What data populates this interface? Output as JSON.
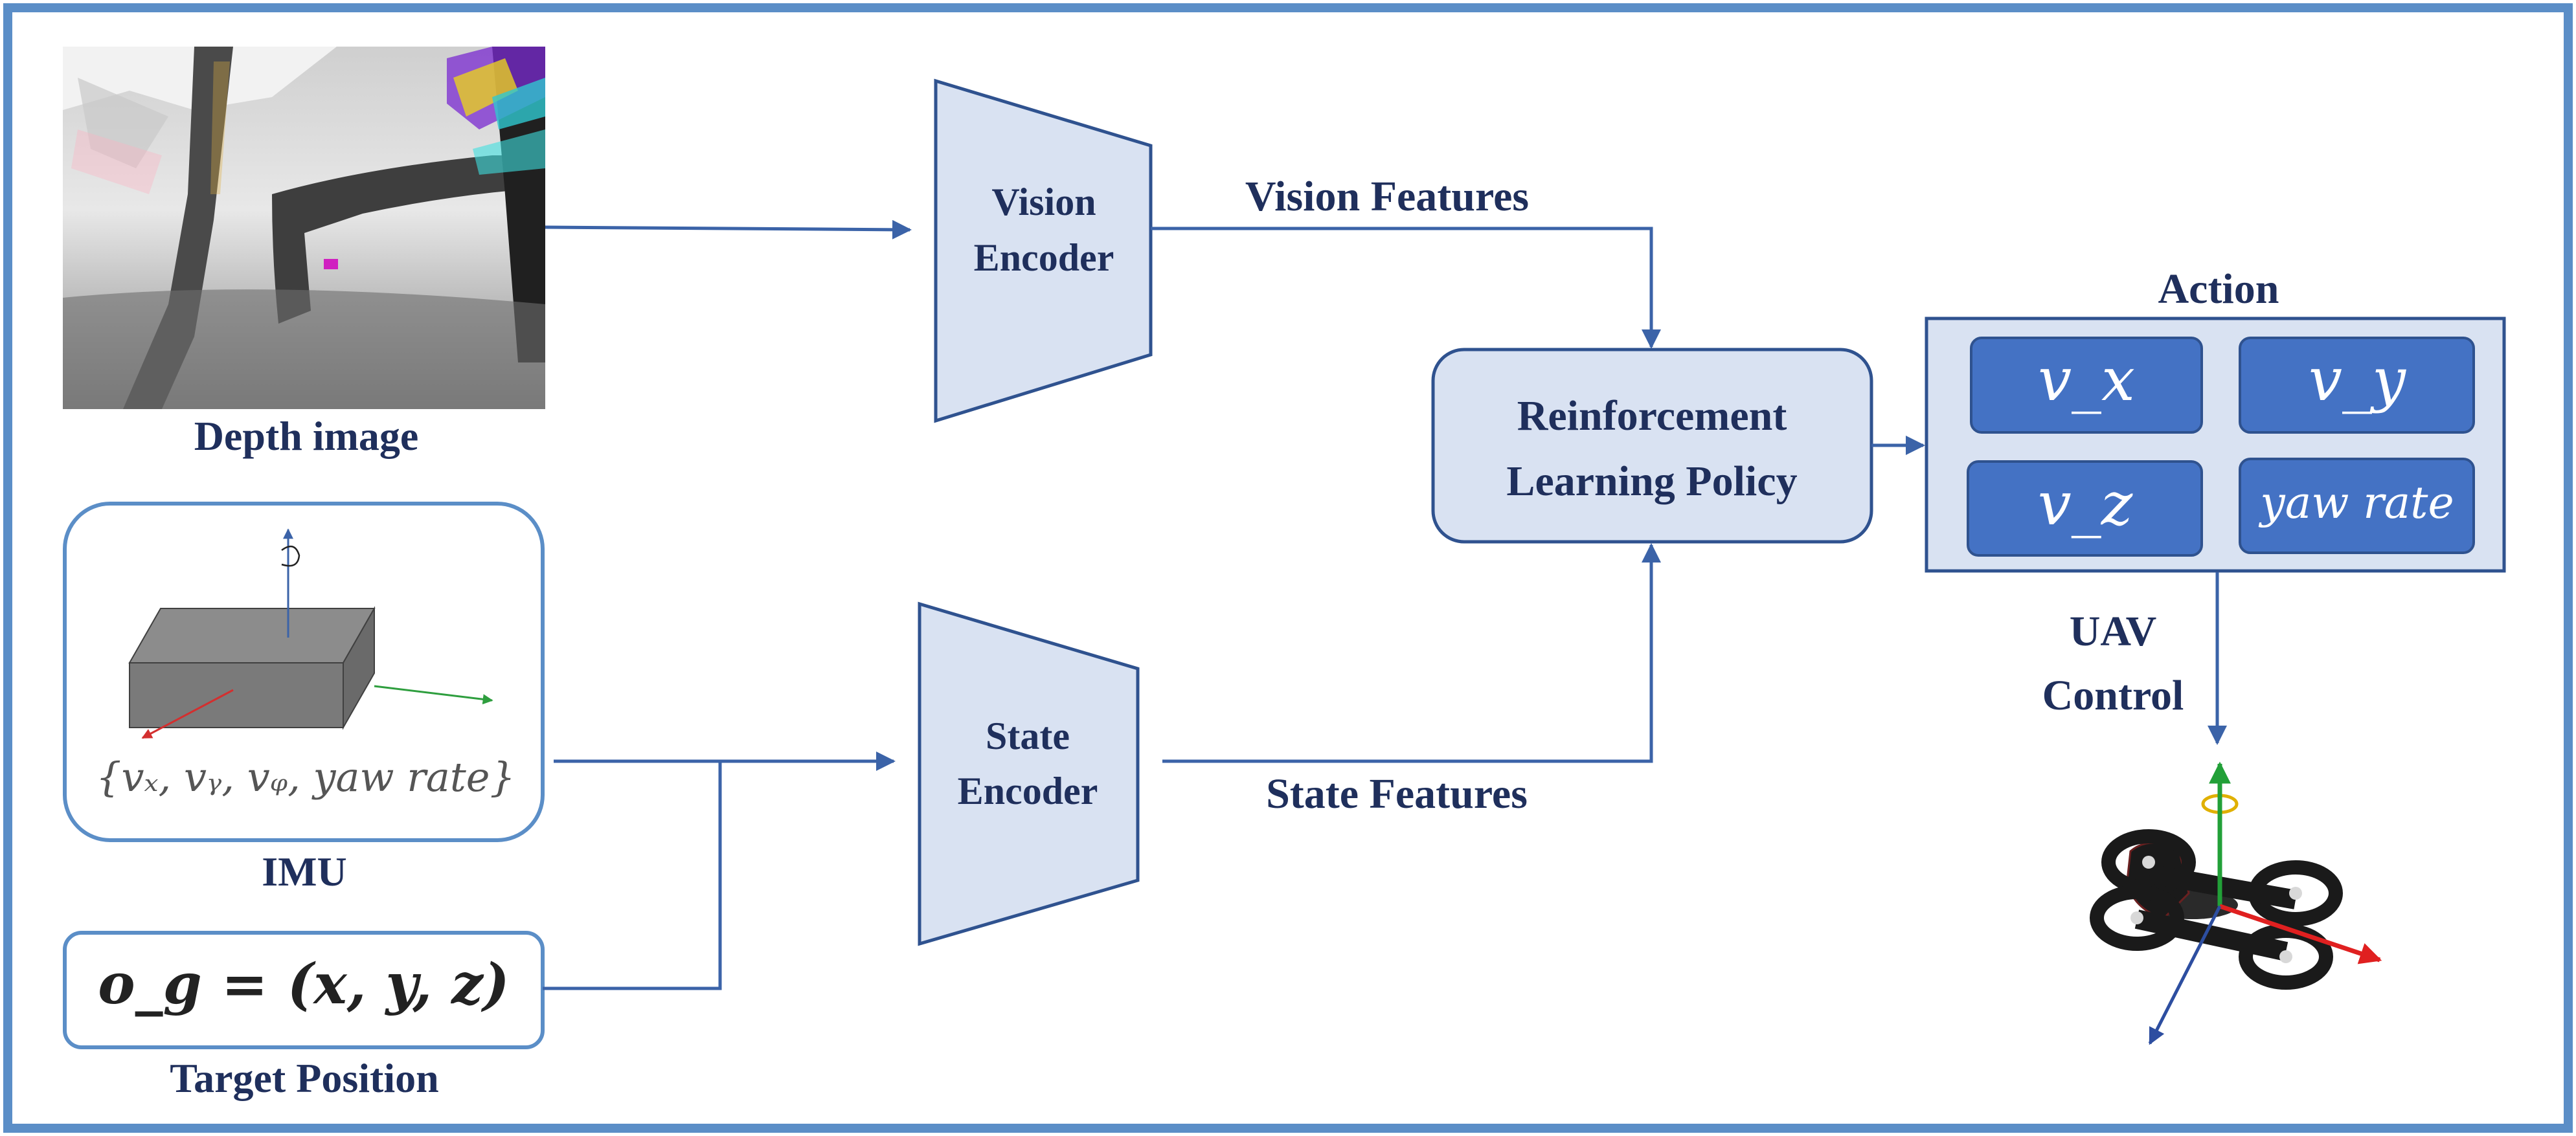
{
  "inputs": {
    "depth_image_label": "Depth image",
    "imu_label": "IMU",
    "imu_state": "{vₓ, vᵧ, vᵩ, yaw rate}",
    "target_formula": "o_g = (x, y, z)",
    "target_label": "Target Position"
  },
  "encoders": {
    "vision_line1": "Vision",
    "vision_line2": "Encoder",
    "state_line1": "State",
    "state_line2": "Encoder"
  },
  "features": {
    "vision": "Vision Features",
    "state": "State Features"
  },
  "policy": {
    "line1": "Reinforcement",
    "line2": "Learning Policy"
  },
  "action": {
    "title": "Action",
    "vx": "v_x",
    "vy": "v_y",
    "vz": "v_z",
    "yaw": "yaw rate"
  },
  "control": {
    "line1": "UAV",
    "line2": "Control"
  },
  "colors": {
    "frame": "#5b8ec7",
    "arrow": "#3b63a8",
    "shape_fill": "#d9e2f2",
    "shape_stroke": "#2f528f",
    "action_cell": "#4472c4",
    "text": "#1f2f5c"
  }
}
